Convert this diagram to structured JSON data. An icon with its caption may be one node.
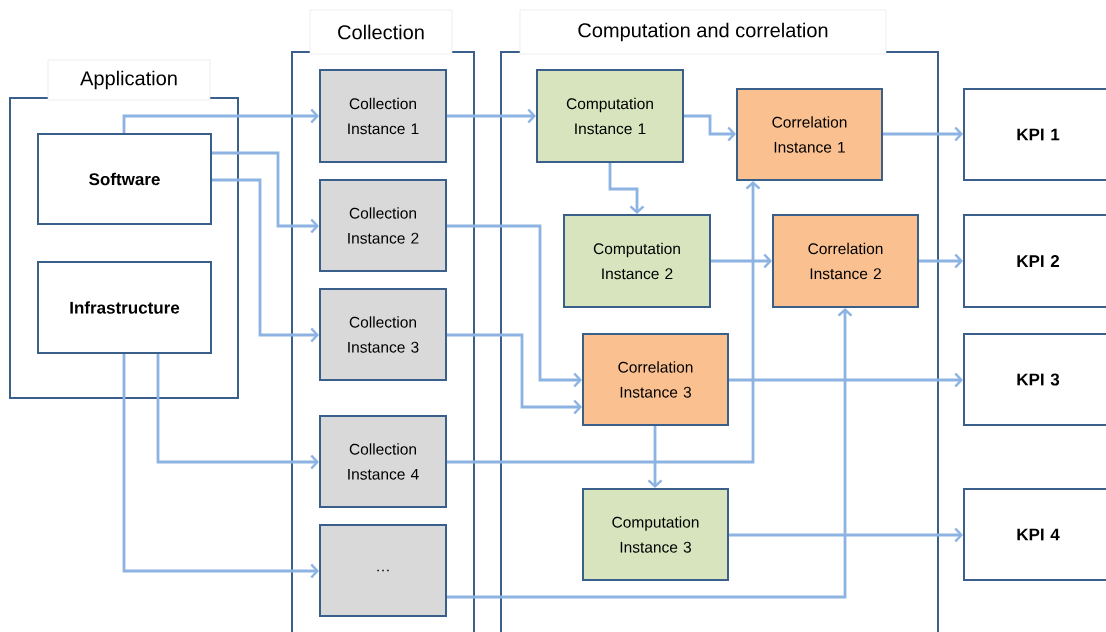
{
  "diagram": {
    "nodes": [
      {
        "text": [
          "Application"
        ]
      },
      {
        "text": [
          "Software"
        ],
        "in": 0
      },
      {
        "text": [
          "Infrastructure"
        ],
        "in": 0
      },
      {
        "text": [
          "Collection"
        ]
      },
      {
        "text": [
          "Collection Instance 1"
        ],
        "in": 3
      },
      {
        "text": [
          "Collection Instance 2"
        ],
        "in": 3
      },
      {
        "text": [
          "Collection Instance 3"
        ],
        "in": 3
      },
      {
        "text": [
          "Collection Instance 4"
        ],
        "in": 3
      },
      {
        "text": [
          "…"
        ],
        "in": 3
      },
      {
        "text": [
          "Computation and correlation"
        ]
      },
      {
        "text": [
          "Computation Instance 1"
        ],
        "in": 9
      },
      {
        "text": [
          "Correlation Instance 1"
        ],
        "in": 9
      },
      {
        "text": [
          "Computation Instance 2"
        ],
        "in": 9
      },
      {
        "text": [
          "Correlation Instance 2"
        ],
        "in": 9
      },
      {
        "text": [
          "Correlation Instance 3"
        ],
        "in": 9
      },
      {
        "text": [
          "Computation Instance 3"
        ],
        "in": 9
      },
      {
        "text": [
          "KPI 1"
        ]
      },
      {
        "text": [
          "KPI 2"
        ]
      },
      {
        "text": [
          "KPI 3"
        ]
      },
      {
        "text": [
          "KPI 4"
        ]
      }
    ],
    "edges": [
      {
        "from": 1,
        "to": 4,
        "arrow": "to"
      },
      {
        "from": 1,
        "to": 5,
        "arrow": "to"
      },
      {
        "from": 1,
        "to": 6,
        "arrow": "to"
      },
      {
        "from": 2,
        "to": 7,
        "arrow": "to"
      },
      {
        "from": 2,
        "to": 8,
        "arrow": "to"
      },
      {
        "from": 4,
        "to": 10,
        "arrow": "to"
      },
      {
        "from": 5,
        "to": 14,
        "arrow": "to"
      },
      {
        "from": 6,
        "to": 14,
        "arrow": "to"
      },
      {
        "from": 7,
        "to": 11,
        "arrow": "to"
      },
      {
        "from": 8,
        "to": 13,
        "arrow": "to"
      },
      {
        "from": 10,
        "to": 11,
        "arrow": "to"
      },
      {
        "from": 10,
        "to": 12,
        "arrow": "to"
      },
      {
        "from": 12,
        "to": 13,
        "arrow": "to"
      },
      {
        "from": 11,
        "to": 16,
        "arrow": "to"
      },
      {
        "from": 13,
        "to": 17,
        "arrow": "to"
      },
      {
        "from": 14,
        "to": 18,
        "arrow": "to"
      },
      {
        "from": 14,
        "to": 15,
        "arrow": "to"
      },
      {
        "from": 15,
        "to": 19,
        "arrow": "to"
      }
    ]
  }
}
